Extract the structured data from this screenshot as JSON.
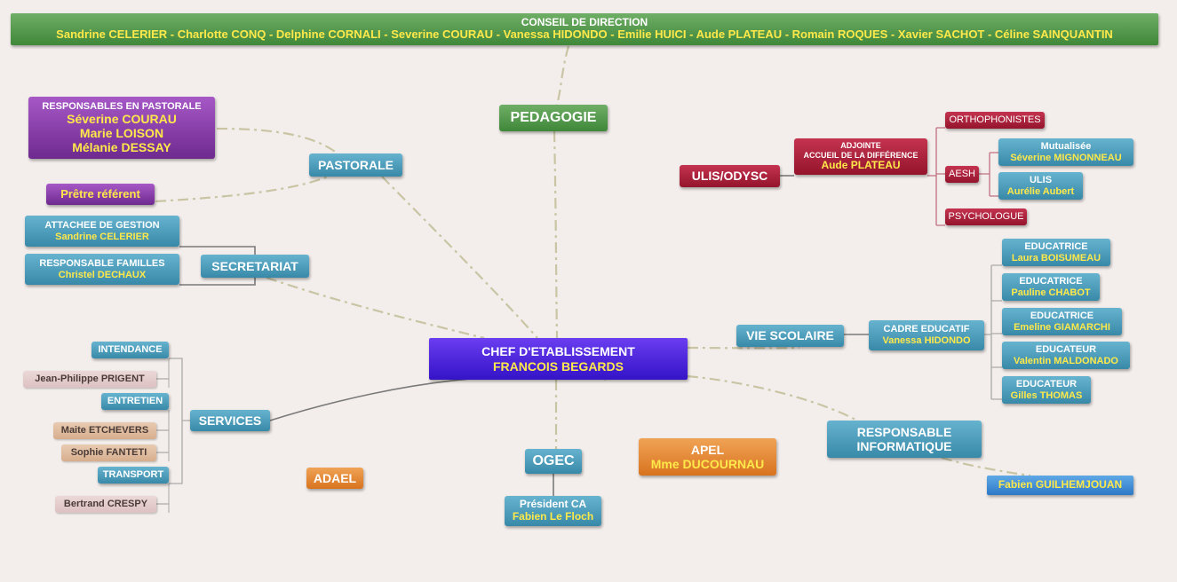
{
  "conseil": {
    "title": "CONSEIL DE DIRECTION",
    "members": "Sandrine CELERIER - Charlotte CONQ - Delphine CORNALI - Severine COURAU -  Vanessa HIDONDO - Emilie HUICI - Aude PLATEAU - Romain ROQUES - Xavier SACHOT - Céline SAINQUANTIN"
  },
  "chef": {
    "title": "CHEF D'ETABLISSEMENT",
    "name": "FRANCOIS BEGARDS"
  },
  "pedagogie": {
    "label": "PEDAGOGIE"
  },
  "pastorale": {
    "label": "PASTORALE",
    "responsables": {
      "title": "RESPONSABLES EN PASTORALE",
      "names": [
        "Séverine COURAU",
        "Marie LOISON",
        "Mélanie DESSAY"
      ]
    },
    "pretre": "Prêtre référent"
  },
  "secretariat": {
    "label": "SECRETARIAT",
    "attachee": {
      "title": "ATTACHEE DE GESTION",
      "name": "Sandrine CELERIER"
    },
    "familles": {
      "title": "RESPONSABLE FAMILLES",
      "name": "Christel DECHAUX"
    }
  },
  "services": {
    "label": "SERVICES",
    "intendance": {
      "label": "INTENDANCE",
      "people": [
        "Jean-Philippe PRIGENT"
      ]
    },
    "entretien": {
      "label": "ENTRETIEN",
      "people": [
        "Maite ETCHEVERS",
        "Sophie FANTETI"
      ]
    },
    "transport": {
      "label": "TRANSPORT",
      "people": [
        "Bertrand CRESPY"
      ]
    }
  },
  "adael": {
    "label": "ADAEL"
  },
  "ogec": {
    "label": "OGEC",
    "president": {
      "title": "Président CA",
      "name": "Fabien Le Floch"
    }
  },
  "apel": {
    "title": "APEL",
    "name": "Mme DUCOURNAU"
  },
  "ulis": {
    "label": "ULIS/ODYSC",
    "adjointe": {
      "title1": "ADJOINTE",
      "title2": "ACCUEIL DE LA DIFFÉRENCE",
      "name": "Aude PLATEAU"
    },
    "orthophonistes": "ORTHOPHONISTES",
    "aesh": "AESH",
    "psychologue": "PSYCHOLOGUE",
    "mutualisee": {
      "title": "Mutualisée",
      "name": "Séverine MIGNONNEAU"
    },
    "ulis_person": {
      "title": "ULIS",
      "name": "Aurélie Aubert"
    }
  },
  "vie_scolaire": {
    "label": "VIE SCOLAIRE",
    "cadre": {
      "title": "CADRE EDUCATIF",
      "name": "Vanessa HIDONDO"
    },
    "educateurs": [
      {
        "title": "EDUCATRICE",
        "name": "Laura BOISUMEAU"
      },
      {
        "title": "EDUCATRICE",
        "name": "Pauline CHABOT"
      },
      {
        "title": "EDUCATRICE",
        "name": "Emeline GIAMARCHI"
      },
      {
        "title": "EDUCATEUR",
        "name": "Valentin MALDONADO"
      },
      {
        "title": "EDUCATEUR",
        "name": "Gilles THOMAS"
      }
    ]
  },
  "informatique": {
    "line1": "RESPONSABLE",
    "line2": "INFORMATIQUE",
    "person": "Fabien GUILHEMJOUAN"
  },
  "colors": {
    "dash_line": "#c9c5a4",
    "solid_line": "#7a7a7a",
    "bracket": "#aaaaaa",
    "ulis_bracket": "#c07080"
  }
}
